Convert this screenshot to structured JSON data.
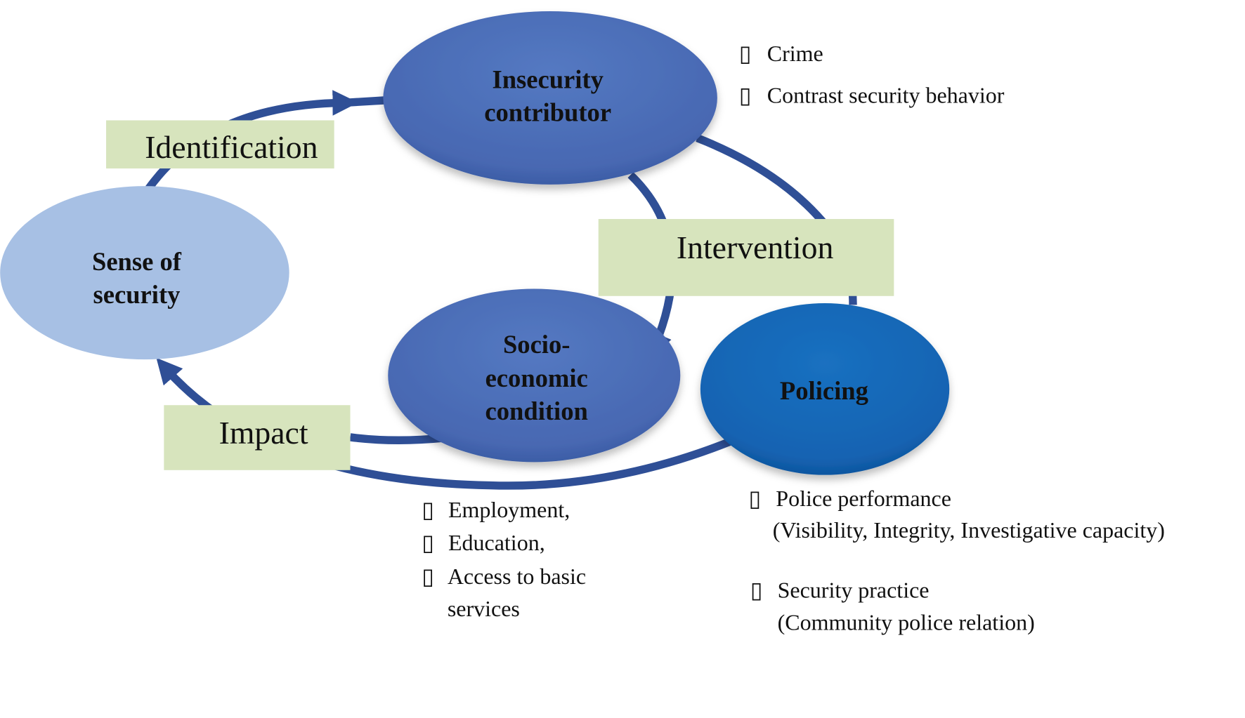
{
  "nodes": {
    "insecurity": {
      "line1": "Insecurity",
      "line2": "contributor"
    },
    "sense": {
      "line1": "Sense of",
      "line2": "security"
    },
    "socio": {
      "line1": "Socio-",
      "line2": "economic",
      "line3": "condition"
    },
    "policing": {
      "line1": "Policing"
    }
  },
  "labels": {
    "identification": "Identification",
    "intervention": "Intervention",
    "impact": "Impact"
  },
  "notes": {
    "bullet": "▯",
    "insecurity": [
      "Crime",
      "Contrast security behavior"
    ],
    "socio": [
      "Employment,",
      "Education,",
      "Access to basic",
      "services"
    ],
    "policing": {
      "item1": "Police performance",
      "item1_sub": "(Visibility, Integrity, Investigative capacity)",
      "item2": "Security practice",
      "item2_sub": "(Community police relation)"
    }
  },
  "colors": {
    "node_blue": "#4a6fb8",
    "sense_blue": "#a7c0e4",
    "policing_blue": "#1565b5",
    "arrow": "#2f4f96",
    "label_bg": "#d7e4bd"
  }
}
